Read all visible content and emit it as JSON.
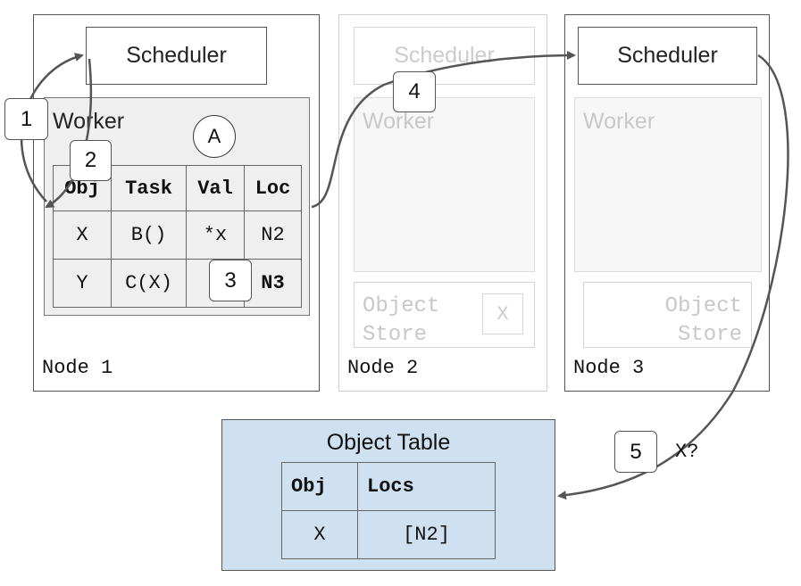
{
  "nodes": [
    {
      "label": "Node 1",
      "scheduler": "Scheduler",
      "worker": "Worker"
    },
    {
      "label": "Node 2",
      "scheduler": "Scheduler",
      "worker": "Worker",
      "store": [
        "Object",
        "Store"
      ],
      "store_item": "X"
    },
    {
      "label": "Node 3",
      "scheduler": "Scheduler",
      "worker": "Worker",
      "store": [
        "Object",
        "Store"
      ]
    }
  ],
  "task_table": {
    "headers": [
      "Obj",
      "Task",
      "Val",
      "Loc"
    ],
    "rows": [
      [
        "X",
        "B()",
        "*x",
        "N2"
      ],
      [
        "Y",
        "C(X)",
        "",
        "N3"
      ]
    ]
  },
  "object_table": {
    "title": "Object Table",
    "headers": [
      "Obj",
      "Locs"
    ],
    "rows": [
      [
        "X",
        "[N2]"
      ]
    ]
  },
  "marker": "A",
  "steps": [
    "1",
    "2",
    "3",
    "4",
    "5"
  ],
  "query_label": "X?",
  "colors": {
    "object_table_bg": "#cfe0f1",
    "worker_bg": "#efefef",
    "faded": "#cccccc",
    "stroke": "#555555"
  }
}
